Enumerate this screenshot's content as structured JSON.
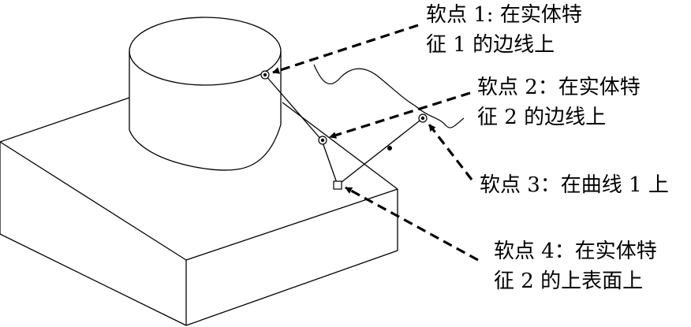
{
  "callouts": [
    {
      "lines": [
        "软点 1: 在实体特",
        "征 1 的边线上"
      ]
    },
    {
      "lines": [
        "软点 2：在实体特",
        "征 2 的边线上"
      ]
    },
    {
      "lines": [
        "软点 3：在曲线 1 上"
      ]
    },
    {
      "lines": [
        "软点 4：在实体特",
        "征 2 的上表面上"
      ]
    }
  ],
  "colors": {
    "line": "#000000",
    "background": "#ffffff"
  }
}
